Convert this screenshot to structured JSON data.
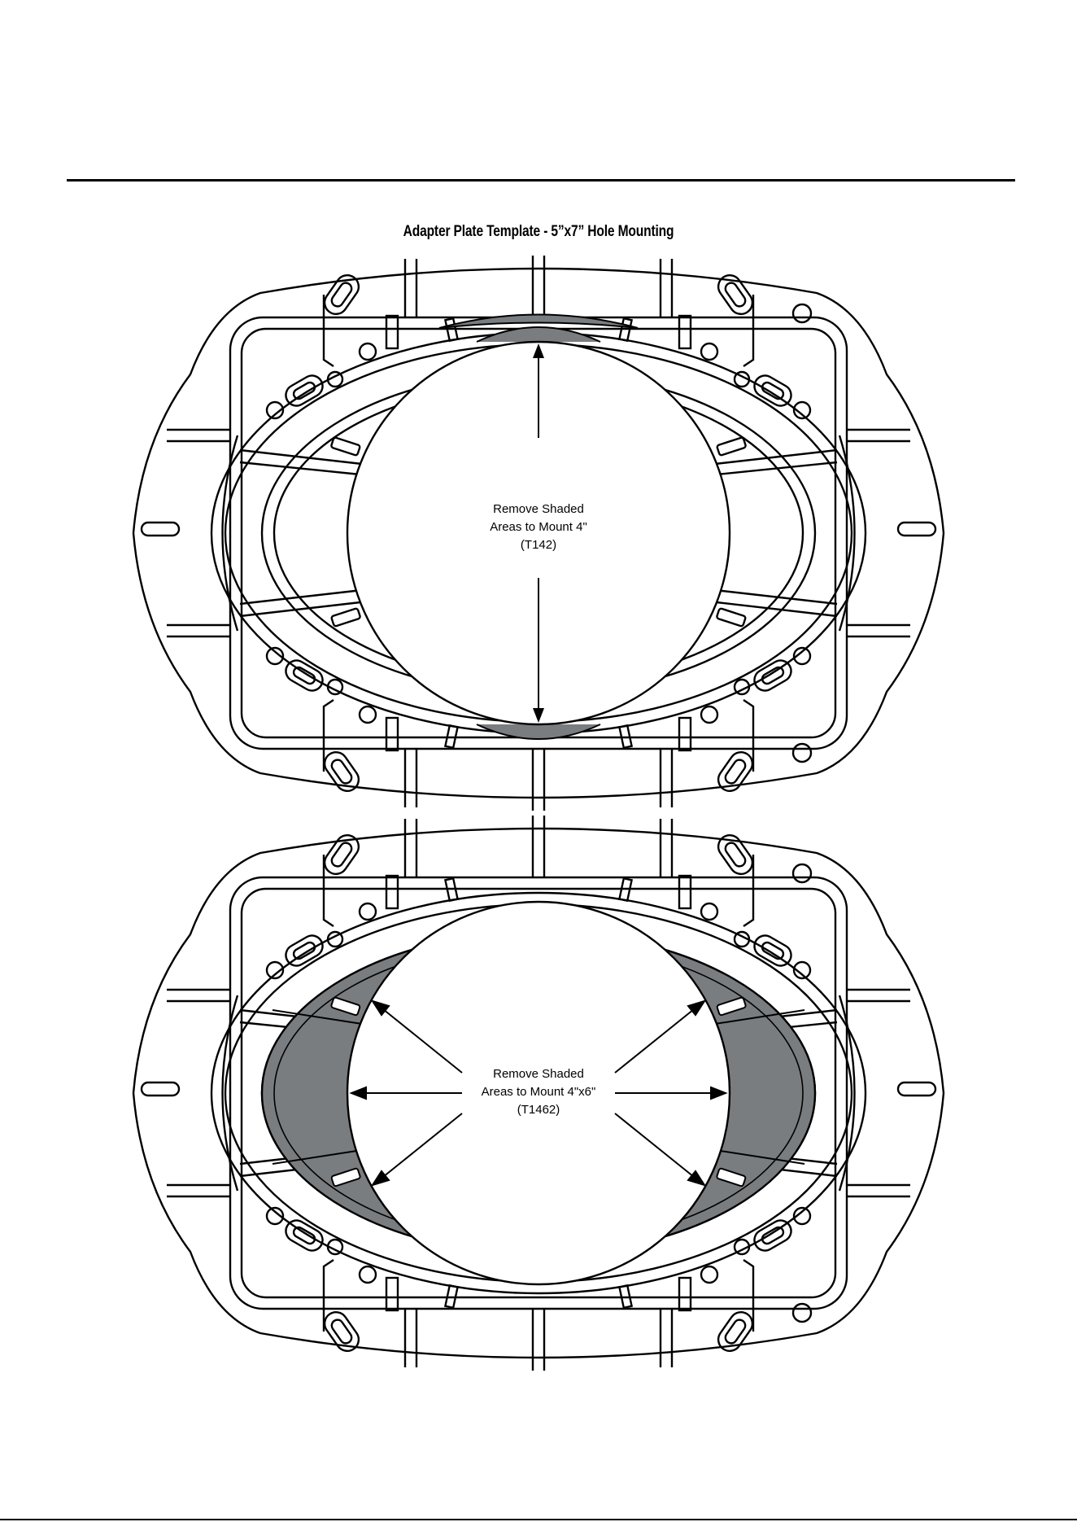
{
  "page": {
    "title": "Adapter Plate Template - 5”x7” Hole Mounting"
  },
  "plates": [
    {
      "id": "t142",
      "instruction_lines": [
        "Remove Shaded",
        "Areas to Mount 4\"",
        "(T142)"
      ]
    },
    {
      "id": "t1462",
      "instruction_lines": [
        "Remove Shaded",
        "Areas to Mount 4\"x6\"",
        "(T1462)"
      ]
    }
  ],
  "colors": {
    "line": "#000000",
    "shade": "#7a7d80",
    "background": "#ffffff"
  }
}
